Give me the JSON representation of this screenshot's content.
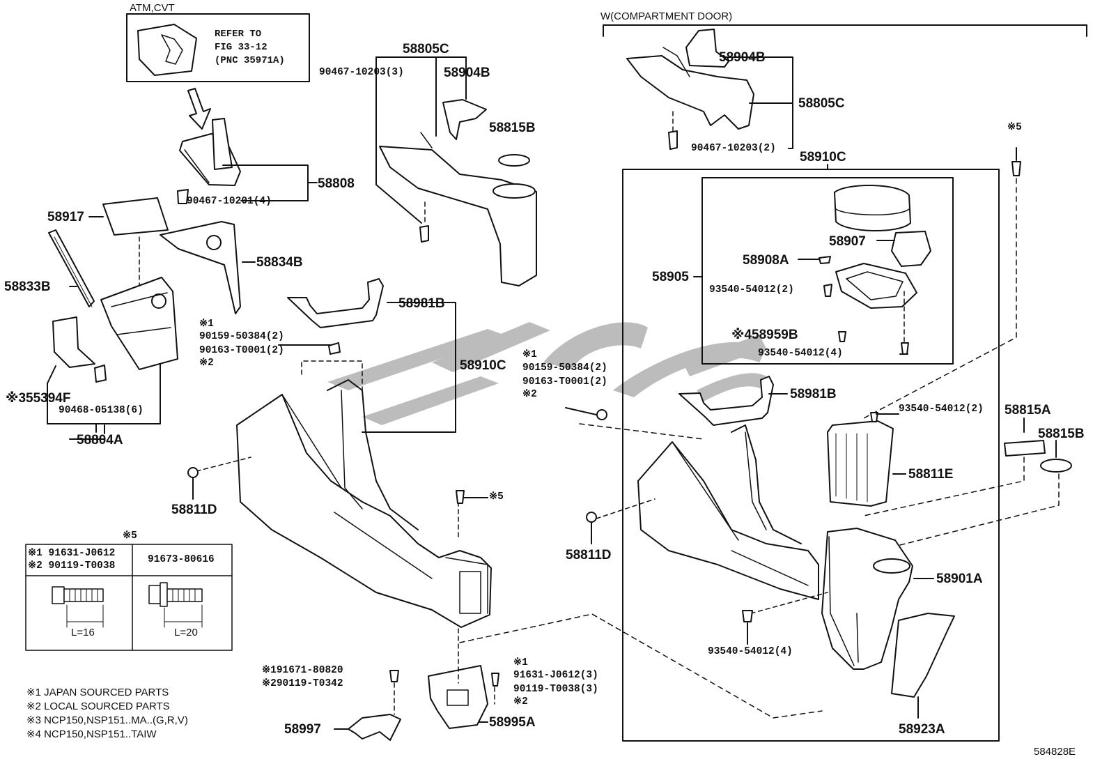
{
  "diagram": {
    "code": "584828E",
    "header_atm": "ATM,CVT",
    "header_w": "W(COMPARTMENT DOOR)",
    "refer": {
      "line1": "REFER TO",
      "line2": "FIG 33-12",
      "line3": "(PNC 35971A)"
    },
    "notes": [
      "※1 JAPAN SOURCED PARTS",
      "※2 LOCAL SOURCED PARTS",
      "※3 NCP150,NSP151..MA..(G,R,V)",
      "※4 NCP150,NSP151..TAIW"
    ],
    "fastener_table": {
      "title": "※5",
      "left_code1": "※1 91631-J0612",
      "left_code2": "※2 90119-T0038",
      "right_code": "91673-80616",
      "left_length": "L=16",
      "right_length": "L=20"
    },
    "labels": {
      "p58805C_a": "58805C",
      "p90467_10203_a": "90467-10203(3)",
      "p58904B_a": "58904B",
      "p58815B_a": "58815B",
      "p58808": "58808",
      "p90467_10201": "90467-10201(4)",
      "p58917": "58917",
      "p58834B": "58834B",
      "p58833B": "58833B",
      "p55394F": "※355394F",
      "p90468": "90468-05138(6)",
      "p58804A": "58804A",
      "p58981B_a": "58981B",
      "x1_a": "※1",
      "p90159_a": "90159-50384(2)",
      "p90163_a": "90163-T0001(2)",
      "x2_a": "※2",
      "p58910C_a": "58910C",
      "p58811D_a": "58811D",
      "x5_a": "※5",
      "p58904B_b": "58904B",
      "p58805C_b": "58805C",
      "p90467_10203_b": "90467-10203(2)",
      "p58910C_b": "58910C",
      "x5_b": "※5",
      "p58907": "58907",
      "p58908A": "58908A",
      "p58905": "58905",
      "p93540_2a": "93540-54012(2)",
      "p58959B": "※458959B",
      "p93540_4a": "93540-54012(4)",
      "x1_b": "※1",
      "p90159_b": "90159-50384(2)",
      "p90163_b": "90163-T0001(2)",
      "x2_b": "※2",
      "p58981B_b": "58981B",
      "p93540_2b": "93540-54012(2)",
      "p58815A": "58815A",
      "p58815B_b": "58815B",
      "p58811E": "58811E",
      "p58811D_b": "58811D",
      "p58901A": "58901A",
      "p93540_4b": "93540-54012(4)",
      "p58923A": "58923A",
      "p91671": "※191671-80820",
      "p90119_T0342": "※290119-T0342",
      "p58997": "58997",
      "x1_c": "※1",
      "p91631": "91631-J0612(3)",
      "p90119_T0038": "90119-T0038(3)",
      "x2_c": "※2",
      "p58995A": "58995A"
    }
  }
}
